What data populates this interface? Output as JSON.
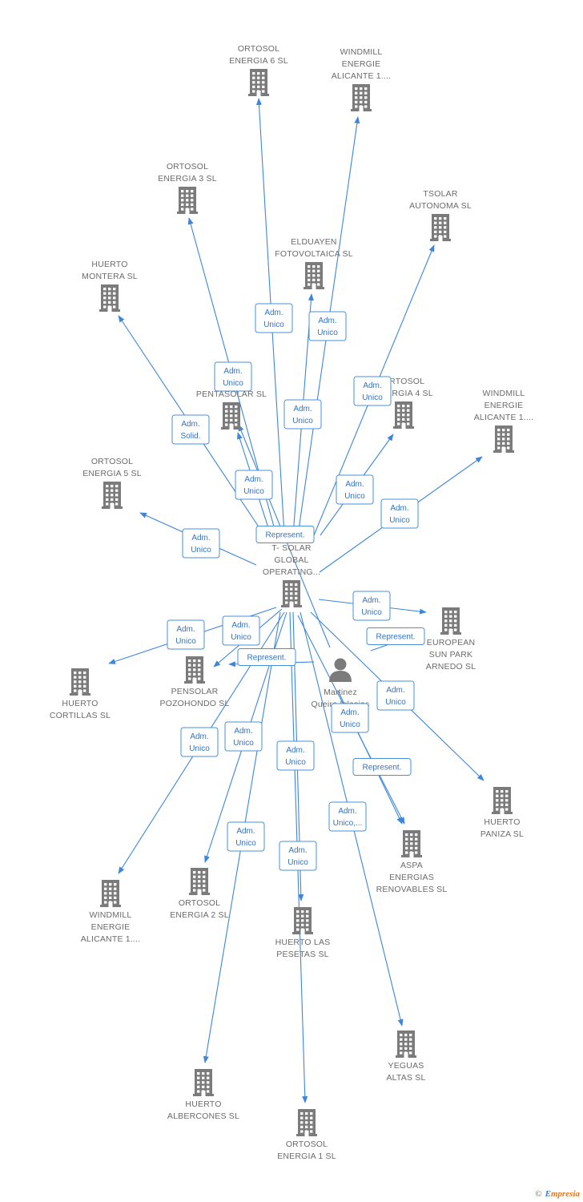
{
  "nodes": [
    {
      "id": "ortosol6",
      "type": "company",
      "label": [
        "ORTOSOL",
        "ENERGIA 6 SL"
      ]
    },
    {
      "id": "windmill_top",
      "type": "company",
      "label": [
        "WINDMILL",
        "ENERGIE",
        "ALICANTE 1...."
      ]
    },
    {
      "id": "ortosol3",
      "type": "company",
      "label": [
        "ORTOSOL",
        "ENERGIA 3 SL"
      ]
    },
    {
      "id": "tsolar",
      "type": "company",
      "label": [
        "TSOLAR",
        "AUTONOMA  SL"
      ]
    },
    {
      "id": "elduayen",
      "type": "company",
      "label": [
        "ELDUAYEN",
        "FOTOVOLTAICA SL"
      ]
    },
    {
      "id": "montera",
      "type": "company",
      "label": [
        "HUERTO",
        "MONTERA SL"
      ]
    },
    {
      "id": "pentasolar",
      "type": "company",
      "label": [
        "PENTASOLAR SL"
      ]
    },
    {
      "id": "ortosol4",
      "type": "company",
      "label": [
        "ORTOSOL",
        "ENERGIA 4 SL"
      ]
    },
    {
      "id": "windmill_right",
      "type": "company",
      "label": [
        "WINDMILL",
        "ENERGIE",
        "ALICANTE 1...."
      ]
    },
    {
      "id": "ortosol5",
      "type": "company",
      "label": [
        "ORTOSOL",
        "ENERGIA 5 SL"
      ]
    },
    {
      "id": "tsolar_global",
      "type": "company",
      "label": [
        "T- SOLAR",
        "GLOBAL",
        "OPERATING..."
      ]
    },
    {
      "id": "european",
      "type": "company",
      "label": [
        "EUROPEAN",
        "SUN PARK",
        "ARNEDO SL"
      ]
    },
    {
      "id": "cortillas",
      "type": "company",
      "label": [
        "HUERTO",
        "CORTILLAS SL"
      ]
    },
    {
      "id": "pensolar",
      "type": "company",
      "label": [
        "PENSOLAR",
        "POZOHONDO SL"
      ]
    },
    {
      "id": "martinez",
      "type": "person",
      "label": [
        "Martinez",
        "Queiro Iglesias",
        "M..."
      ]
    },
    {
      "id": "paniza",
      "type": "company",
      "label": [
        "HUERTO",
        "PANIZA SL"
      ]
    },
    {
      "id": "aspa",
      "type": "company",
      "label": [
        "ASPA",
        "ENERGIAS",
        "RENOVABLES SL"
      ]
    },
    {
      "id": "windmill_bottom",
      "type": "company",
      "label": [
        "WINDMILL",
        "ENERGIE",
        "ALICANTE 1...."
      ]
    },
    {
      "id": "ortosol2",
      "type": "company",
      "label": [
        "ORTOSOL",
        "ENERGIA 2 SL"
      ]
    },
    {
      "id": "pesetas",
      "type": "company",
      "label": [
        "HUERTO LAS",
        "PESETAS SL"
      ]
    },
    {
      "id": "yeguas",
      "type": "company",
      "label": [
        "YEGUAS",
        "ALTAS SL"
      ]
    },
    {
      "id": "albercones",
      "type": "company",
      "label": [
        "HUERTO",
        "ALBERCONES SL"
      ]
    },
    {
      "id": "ortosol1",
      "type": "company",
      "label": [
        "ORTOSOL",
        "ENERGIA 1 SL"
      ]
    }
  ],
  "edges": [
    {
      "from": "tsolar_global",
      "to": "ortosol6",
      "label": [
        "Adm.",
        "Unico"
      ]
    },
    {
      "from": "tsolar_global",
      "to": "windmill_top",
      "label": [
        "Adm.",
        "Unico"
      ]
    },
    {
      "from": "tsolar_global",
      "to": "ortosol3",
      "label": [
        "Adm.",
        "Unico"
      ]
    },
    {
      "from": "tsolar_global",
      "to": "tsolar",
      "label": [
        "Adm.",
        "Unico"
      ]
    },
    {
      "from": "tsolar_global",
      "to": "elduayen",
      "label": [
        "Adm.",
        "Unico"
      ]
    },
    {
      "from": "tsolar_global",
      "to": "montera",
      "label": [
        "Adm.",
        "Solid."
      ]
    },
    {
      "from": "tsolar_global",
      "to": "pentasolar",
      "label": [
        "Adm.",
        "Unico"
      ]
    },
    {
      "from": "tsolar_global",
      "to": "ortosol4",
      "label": [
        "Adm.",
        "Unico"
      ]
    },
    {
      "from": "tsolar_global",
      "to": "windmill_right",
      "label": [
        "Adm.",
        "Unico"
      ]
    },
    {
      "from": "tsolar_global",
      "to": "ortosol5",
      "label": [
        "Adm.",
        "Unico"
      ]
    },
    {
      "from": "martinez",
      "to": "pentasolar",
      "label": [
        "Represent."
      ]
    },
    {
      "from": "tsolar_global",
      "to": "european",
      "label": [
        "Adm.",
        "Unico"
      ]
    },
    {
      "from": "martinez",
      "to": "european",
      "label": [
        "Represent."
      ]
    },
    {
      "from": "tsolar_global",
      "to": "cortillas",
      "label": [
        "Adm.",
        "Unico"
      ]
    },
    {
      "from": "tsolar_global",
      "to": "pensolar",
      "label": [
        "Adm.",
        "Unico"
      ]
    },
    {
      "from": "martinez",
      "to": "pensolar",
      "label": [
        "Represent."
      ]
    },
    {
      "from": "tsolar_global",
      "to": "paniza",
      "label": [
        "Adm.",
        "Unico"
      ]
    },
    {
      "from": "tsolar_global",
      "to": "aspa",
      "label": [
        "Adm.",
        "Unico"
      ]
    },
    {
      "from": "martinez",
      "to": "aspa",
      "label": [
        "Represent."
      ]
    },
    {
      "from": "tsolar_global",
      "to": "windmill_bottom",
      "label": [
        "Adm.",
        "Unico"
      ]
    },
    {
      "from": "tsolar_global",
      "to": "ortosol2",
      "label": [
        "Adm.",
        "Unico"
      ]
    },
    {
      "from": "tsolar_global",
      "to": "pesetas",
      "label": [
        "Adm.",
        "Unico"
      ]
    },
    {
      "from": "tsolar_global",
      "to": "yeguas",
      "label": [
        "Adm.",
        "Unico,..."
      ]
    },
    {
      "from": "tsolar_global",
      "to": "albercones",
      "label": [
        "Adm.",
        "Unico"
      ]
    },
    {
      "from": "tsolar_global",
      "to": "ortosol1",
      "label": [
        "Adm.",
        "Unico"
      ]
    }
  ],
  "footer": {
    "copyright": "©",
    "brand_first": "E",
    "brand_rest": "mpresia"
  }
}
